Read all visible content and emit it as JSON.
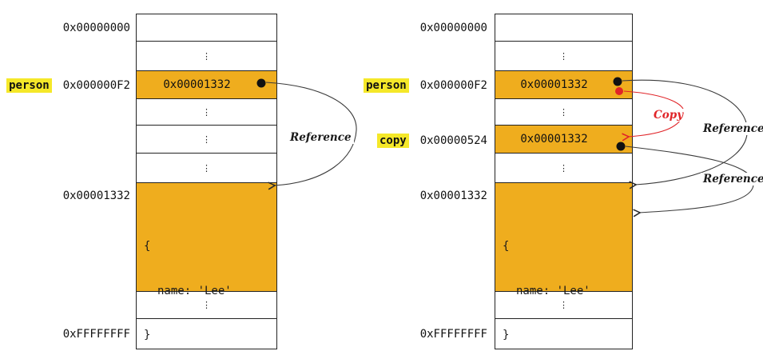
{
  "colors": {
    "cell_highlight_orange": "#EFAD1E",
    "variable_chip_yellow": "#F5E829",
    "copy_arrow_red": "#E02428",
    "line_black": "#2a2a2a"
  },
  "left_diagram": {
    "top_address": "0x00000000",
    "variable": {
      "name": "person",
      "address": "0x000000F2",
      "value": "0x00001332"
    },
    "object_address": "0x00001332",
    "object_code": {
      "open": "{",
      "body": "name: 'Lee'",
      "close": "}"
    },
    "bottom_address": "0xFFFFFFFF",
    "reference_label": "Reference",
    "ellipsis": "⋮"
  },
  "right_diagram": {
    "top_address": "0x00000000",
    "variable_person": {
      "name": "person",
      "address": "0x000000F2",
      "value": "0x00001332"
    },
    "variable_copy": {
      "name": "copy",
      "address": "0x00000524",
      "value": "0x00001332"
    },
    "object_address": "0x00001332",
    "object_code": {
      "open": "{",
      "body": "name: 'Lee'",
      "close": "}"
    },
    "bottom_address": "0xFFFFFFFF",
    "reference_label_1": "Reference",
    "reference_label_2": "Reference",
    "copy_label": "Copy",
    "ellipsis": "⋮"
  }
}
